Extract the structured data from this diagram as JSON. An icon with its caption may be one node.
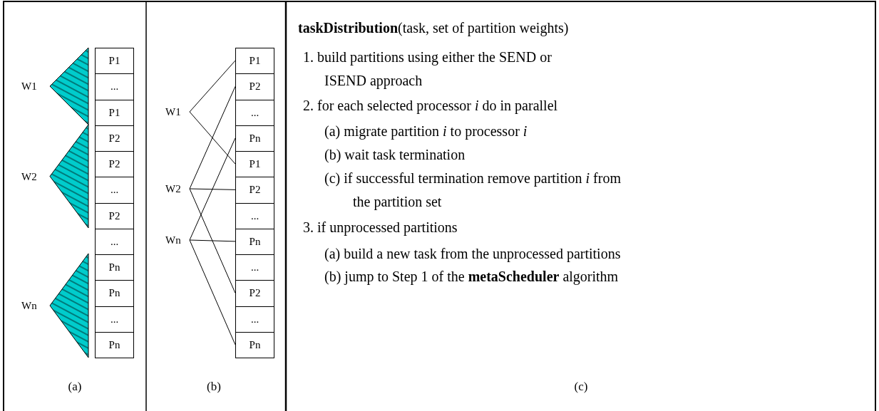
{
  "diagram": {
    "nodes": [
      {
        "text": [],
        "shape": "triangle"
      },
      {
        "text": [],
        "shape": "triangle"
      },
      {
        "text": [],
        "shape": "triangle"
      },
      {
        "text": [
          "P1"
        ]
      },
      {
        "text": [
          "..."
        ]
      },
      {
        "text": [
          "P1"
        ]
      },
      {
        "text": [
          "P2"
        ]
      },
      {
        "text": [
          "P2"
        ]
      },
      {
        "text": [
          "..."
        ]
      },
      {
        "text": [
          "P2"
        ]
      },
      {
        "text": [
          "..."
        ]
      },
      {
        "text": [
          "Pn"
        ]
      },
      {
        "text": [
          "Pn"
        ]
      },
      {
        "text": [
          "..."
        ]
      },
      {
        "text": [
          "Pn"
        ]
      },
      {
        "text": [
          "W1"
        ]
      },
      {
        "text": [
          "W2"
        ]
      },
      {
        "text": [
          "Wn"
        ]
      },
      {
        "text": [
          "P1"
        ]
      },
      {
        "text": [
          "P2"
        ]
      },
      {
        "text": [
          "..."
        ]
      },
      {
        "text": [
          "Pn"
        ]
      },
      {
        "text": [
          "P1"
        ]
      },
      {
        "text": [
          "P2"
        ]
      },
      {
        "text": [
          "..."
        ]
      },
      {
        "text": [
          "Pn"
        ]
      },
      {
        "text": [
          "..."
        ]
      },
      {
        "text": [
          "P2"
        ]
      },
      {
        "text": [
          "..."
        ]
      },
      {
        "text": [
          "Pn"
        ]
      }
    ],
    "edges": [
      {
        "from": 15,
        "to": 18,
        "arrow": "none"
      },
      {
        "from": 15,
        "to": 22,
        "arrow": "none"
      },
      {
        "from": 16,
        "to": 19,
        "arrow": "none"
      },
      {
        "from": 16,
        "to": 23,
        "arrow": "none"
      },
      {
        "from": 16,
        "to": 27,
        "arrow": "none"
      },
      {
        "from": 17,
        "to": 21,
        "arrow": "none"
      },
      {
        "from": 17,
        "to": 25,
        "arrow": "none"
      },
      {
        "from": 17,
        "to": 29,
        "arrow": "none"
      }
    ],
    "labels": [
      "W1",
      "W2",
      "Wn",
      "**taskDistribution**(task, set of partition weights)",
      "1. build partitions using either the SEND or ISEND approach",
      "2. for each selected processor *i* do in parallel",
      "(a) migrate partition *i* to processor *i*",
      "(b) wait task termination",
      "(c) if successful termination remove partition *i* from the partition set",
      "3. if unprocessed partitions",
      "(a) build a new task from the unprocessed partitions",
      "(b) jump to Step 1 of the **metaScheduler** algorithm",
      "(a)",
      "(b)",
      "(c)"
    ]
  }
}
